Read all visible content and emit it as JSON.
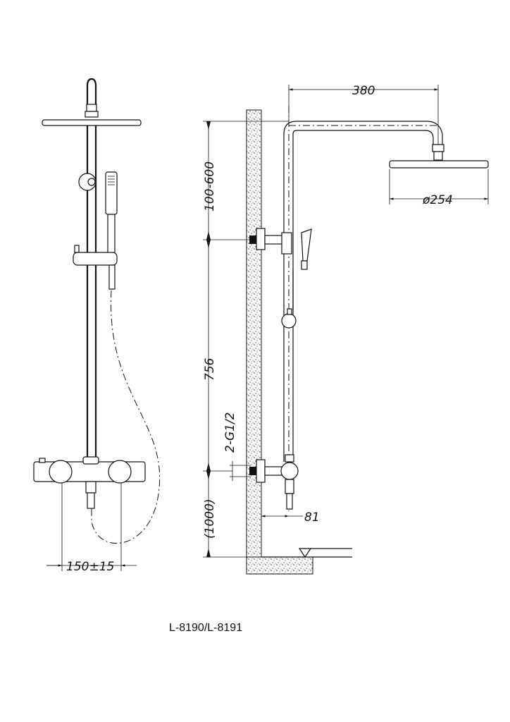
{
  "model": "L-8190/L-8191",
  "dimensions": {
    "arm_length": "380",
    "head_diameter": "ø254",
    "adjust_range": "100-600",
    "rail_height": "756",
    "inlet_thread": "2-G1/2",
    "mount_height": "(1000)",
    "wall_offset": "81",
    "inlet_spacing": "150±15"
  }
}
